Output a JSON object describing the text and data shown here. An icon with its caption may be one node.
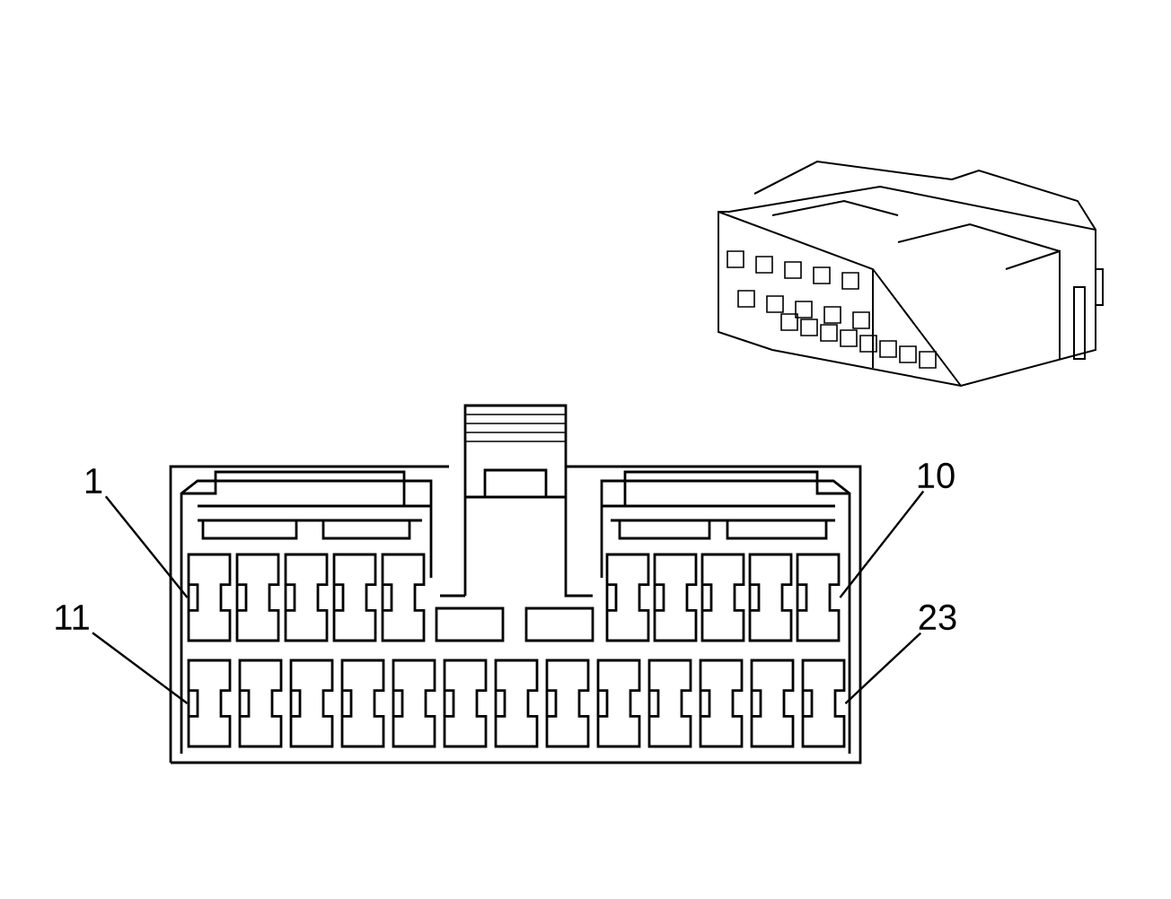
{
  "diagram": {
    "nodes": [
      {
        "text": [
          "1"
        ]
      },
      {
        "text": [
          "10"
        ]
      },
      {
        "text": [
          "11"
        ]
      },
      {
        "text": [
          "23"
        ]
      },
      {
        "text": [],
        "shape": "box"
      },
      {
        "text": [],
        "shape": "box"
      },
      {
        "text": [],
        "shape": "box"
      },
      {
        "text": [],
        "shape": "box"
      }
    ],
    "edges": [
      {
        "from": 0,
        "to": 4,
        "arrow": "none"
      },
      {
        "from": 1,
        "to": 5,
        "arrow": "none"
      },
      {
        "from": 2,
        "to": 6,
        "arrow": "none"
      },
      {
        "from": 3,
        "to": 7,
        "arrow": "none"
      }
    ]
  }
}
